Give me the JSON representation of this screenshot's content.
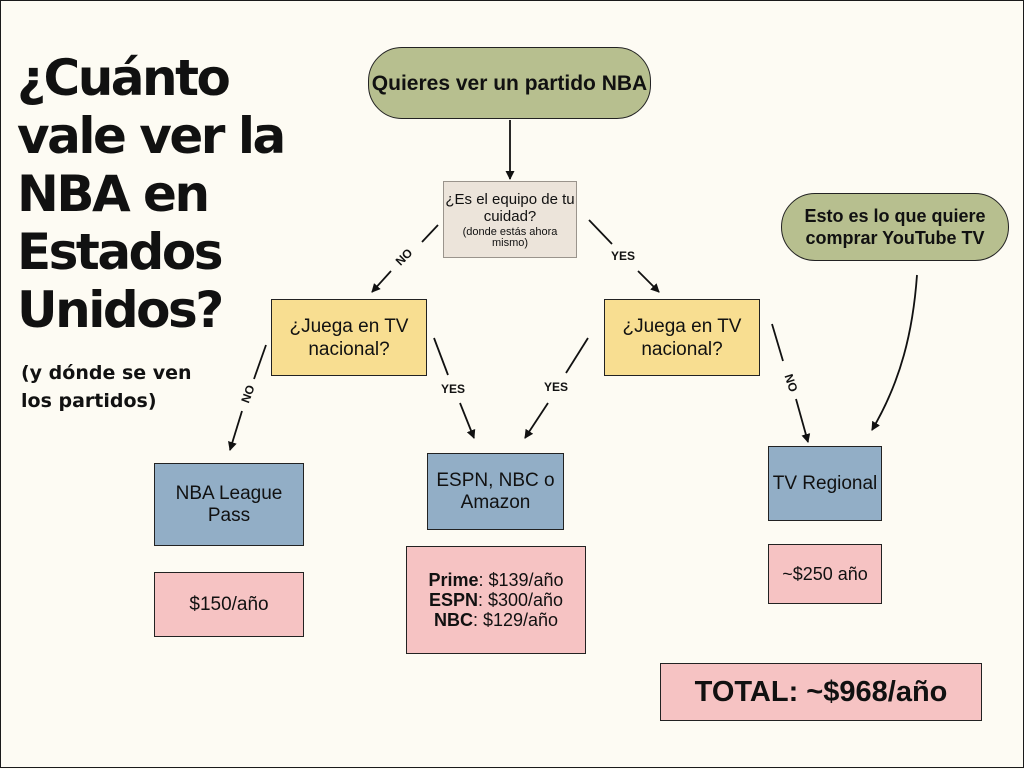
{
  "title": "¿Cuánto vale ver la NBA en Estados Unidos?",
  "subtitle": "(y dónde se ven los partidos)",
  "start": "Quieres ver un partido NBA",
  "question": {
    "main": "¿Es el equipo de tu cuidad?",
    "sub": "(donde estás ahora mismo)"
  },
  "national_left": "¿Juega en TV nacional?",
  "national_right": "¿Juega en TV nacional?",
  "youtube_note": "Esto es lo que quiere comprar YouTube TV",
  "edges": {
    "no1": "NO",
    "yes1": "YES",
    "no2": "NO",
    "yes2": "YES",
    "yes3": "YES",
    "no3": "NO"
  },
  "league_pass": "NBA League Pass",
  "league_pass_price": "$150/año",
  "national_networks": "ESPN, NBC o Amazon",
  "prices": [
    {
      "name": "Prime",
      "value": ": $139/año"
    },
    {
      "name": "ESPN",
      "value": ": $300/año"
    },
    {
      "name": "NBC",
      "value": ": $129/año"
    }
  ],
  "regional": "TV Regional",
  "regional_price": "~$250 año",
  "total": "TOTAL: ~$968/año",
  "colors": {
    "background": "#fdfbf3",
    "pill": "#b7bf8f",
    "question": "#ece4da",
    "yellow": "#f8de91",
    "blue": "#92aec6",
    "pink": "#f6c3c3"
  }
}
